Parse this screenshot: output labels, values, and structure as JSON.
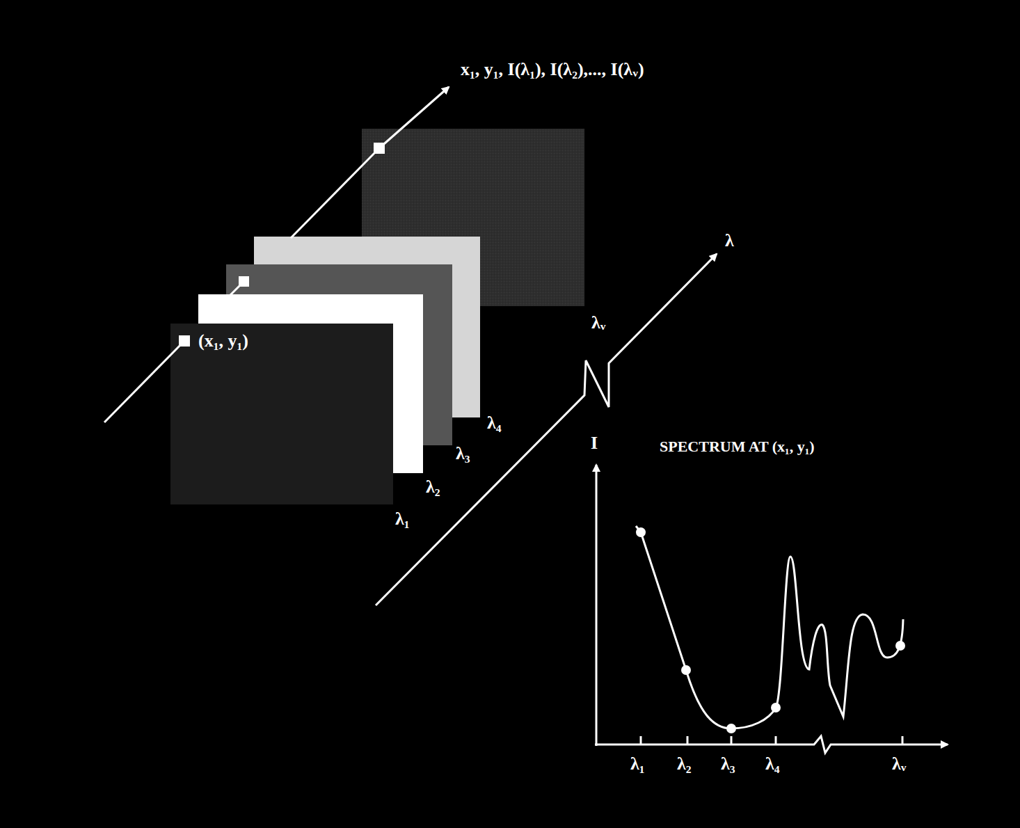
{
  "diagram": {
    "labels": [
      "x₁, y₁, I(λ₁), I(λ₂),..., I(λᵥ)",
      "λ",
      "λᵥ",
      "(x₁, y₁)",
      "λ₄",
      "λ₃",
      "λ₂",
      "λ₁",
      "I",
      "SPECTRUM AT (x₁, y₁)",
      "λ₁",
      "λ₂",
      "λ₃",
      "λ₄",
      "λᵥ"
    ]
  }
}
